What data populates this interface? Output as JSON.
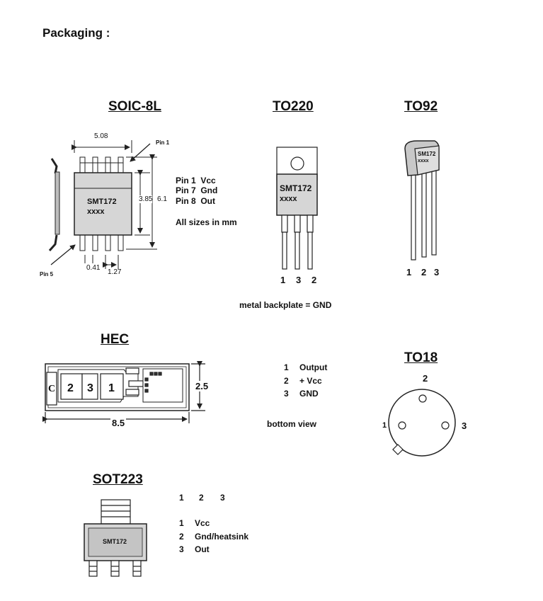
{
  "heading": "Packaging :",
  "soic": {
    "title": "SOIC-8L",
    "width_dim": "5.08",
    "pin1_callout": "Pin 1",
    "pin5_callout": "Pin 5",
    "dim_body_height": "3.85",
    "dim_total_height": "6.1",
    "dim_pin_width": "0.41",
    "dim_pitch": "1.27",
    "chip_line1": "SMT172",
    "chip_line2": "xxxx",
    "pinout": [
      "Pin 1  Vcc",
      "Pin 7  Gnd",
      "Pin 8  Out"
    ],
    "size_note": "All sizes in mm"
  },
  "to220": {
    "title": "TO220",
    "chip_line1": "SMT172",
    "chip_line2": "xxxx",
    "pins": [
      "1",
      "3",
      "2"
    ],
    "note": "metal backplate = GND"
  },
  "to92": {
    "title": "TO92",
    "chip_line1": "SM172",
    "chip_line2": "xxxx",
    "pins": [
      "1",
      "2",
      "3"
    ]
  },
  "hec": {
    "title": "HEC",
    "pad_c": "C",
    "pads": [
      "2",
      "3",
      "1"
    ],
    "dim_height": "2.5",
    "dim_width": "8.5",
    "legend": [
      {
        "num": "1",
        "label": "Output"
      },
      {
        "num": "2",
        "label": "+ Vcc"
      },
      {
        "num": "3",
        "label": "GND"
      }
    ],
    "view_note": "bottom view"
  },
  "to18": {
    "title": "TO18",
    "pin_top": "2",
    "pin_left": "1",
    "pin_right": "3"
  },
  "sot223": {
    "title": "SOT223",
    "chip_label": "SMT172",
    "pin_header": [
      "1",
      "2",
      "3"
    ],
    "legend": [
      {
        "num": "1",
        "label": "Vcc"
      },
      {
        "num": "2",
        "label": "Gnd/heatsink"
      },
      {
        "num": "3",
        "label": "Out"
      }
    ]
  }
}
